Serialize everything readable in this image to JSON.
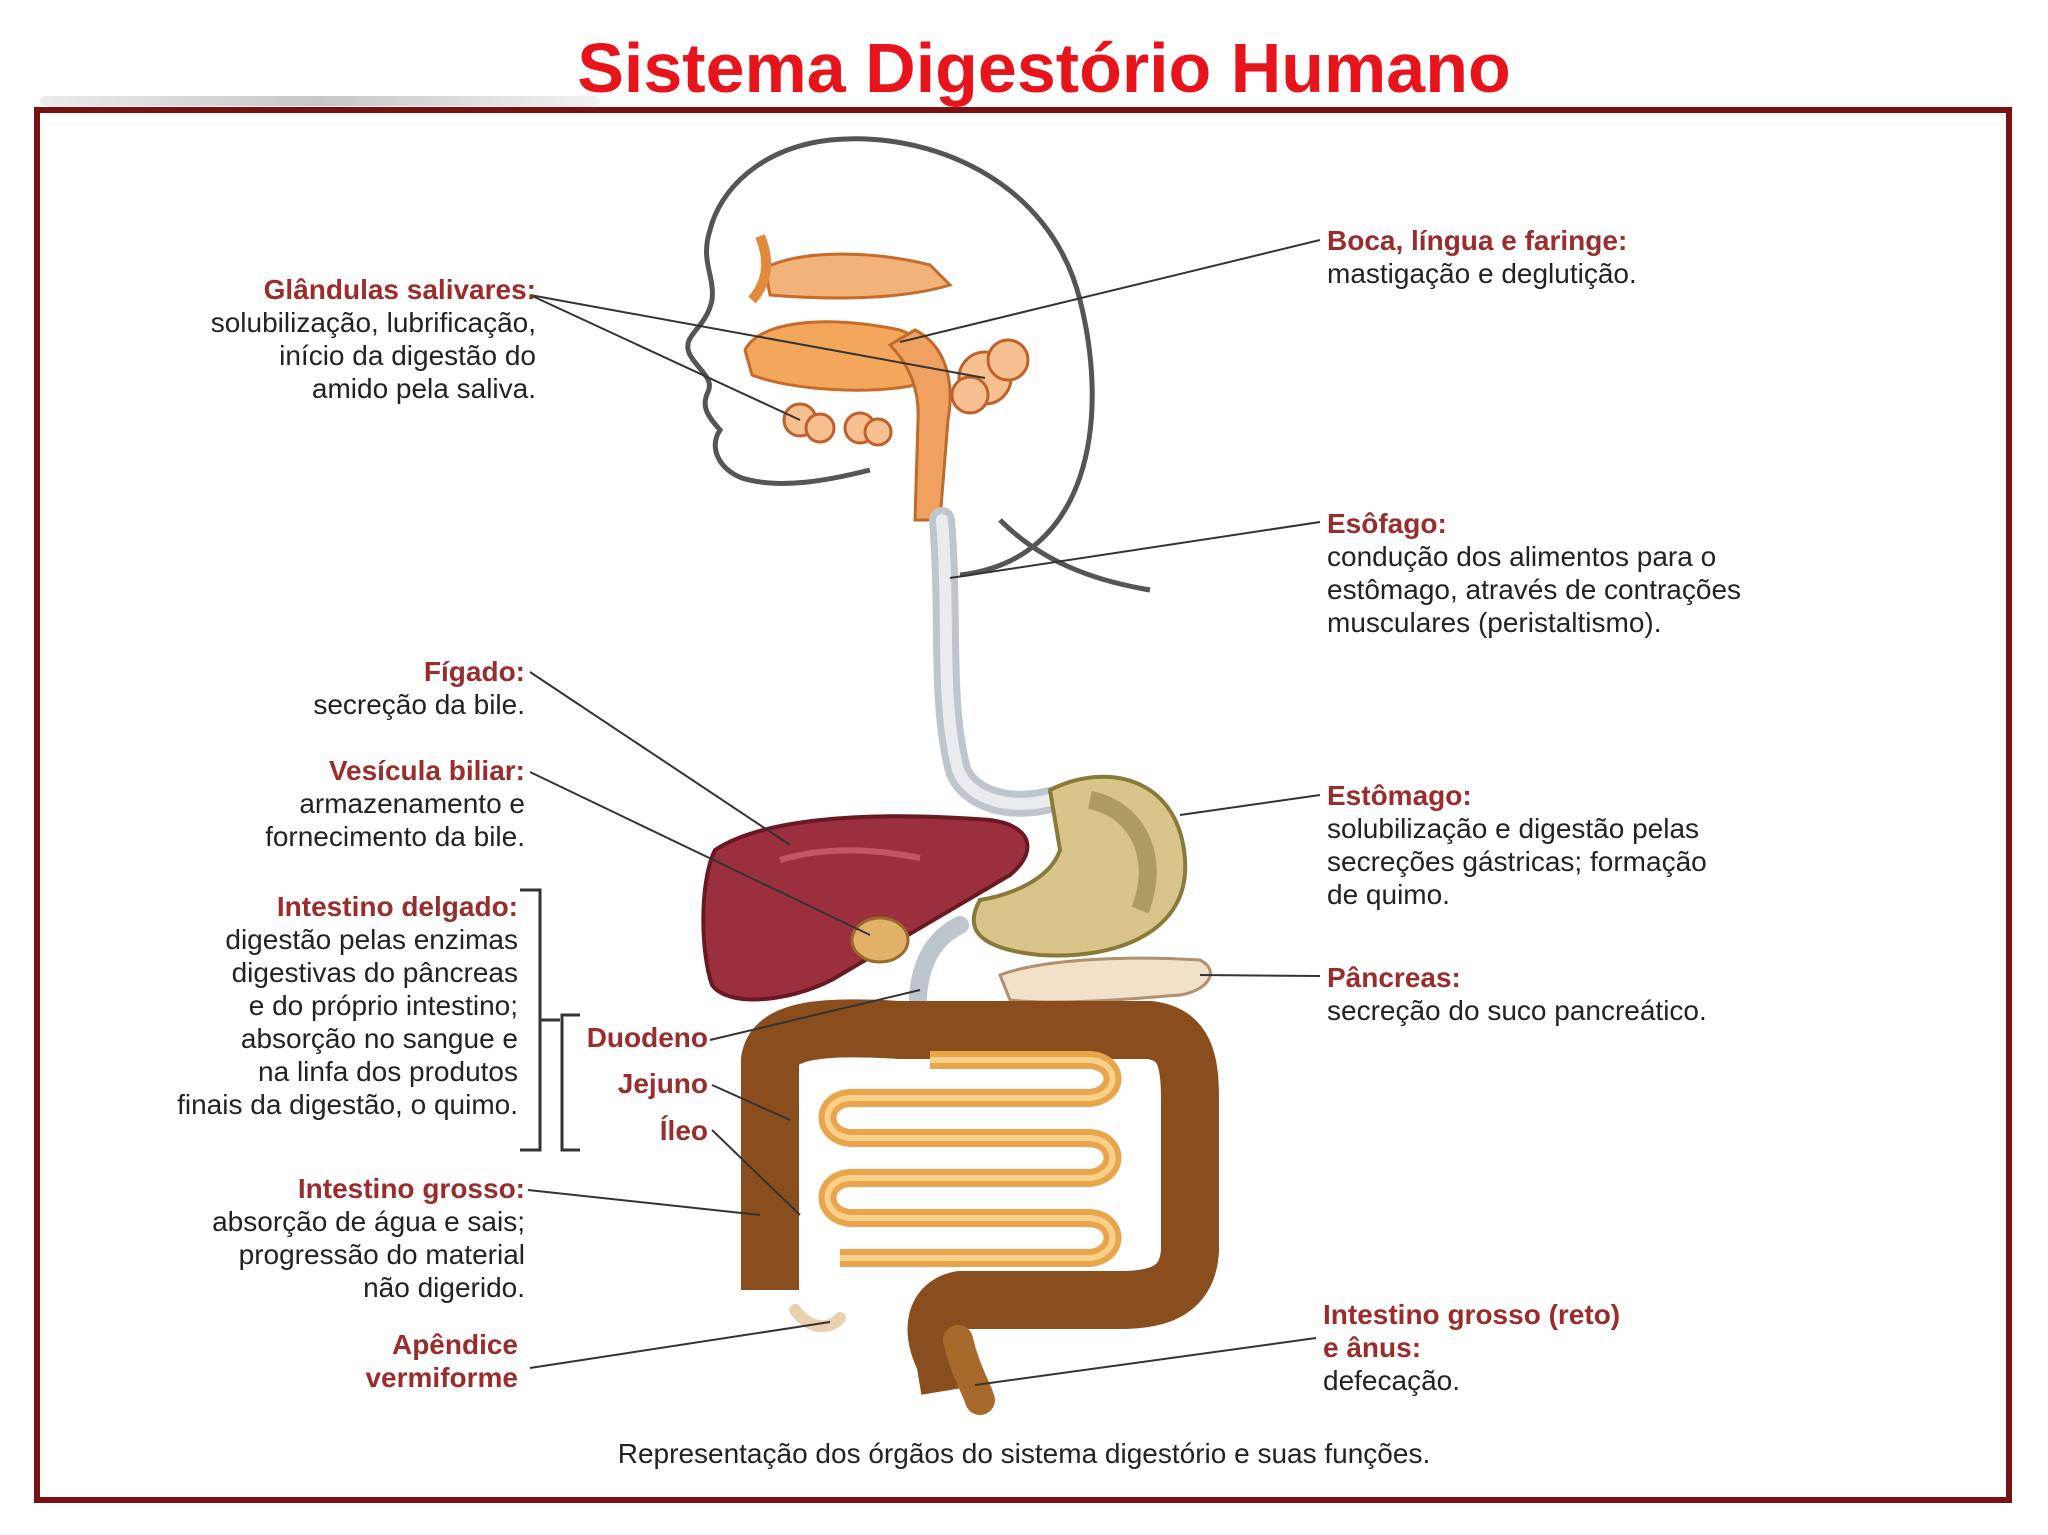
{
  "title": "Sistema Digestório Humano",
  "colors": {
    "title": "#e8141c",
    "frame": "#7a1010",
    "label_heading": "#9a2c2c",
    "liver": "#9b2f3d",
    "intestine_large": "#8a4e1e",
    "intestine_small": "#e9a54c",
    "stomach": "#c9b37a",
    "mouth": "#f2a65c"
  },
  "labels": {
    "glandulas": {
      "heading": "Glândulas salivares:",
      "lines": [
        "solubilização, lubrificação,",
        "início da digestão do",
        "amido pela saliva."
      ]
    },
    "boca": {
      "heading": "Boca, língua e faringe:",
      "lines": [
        "mastigação e deglutição."
      ]
    },
    "esofago": {
      "heading": "Esôfago:",
      "lines": [
        "condução dos alimentos para o",
        "estômago, através de contrações",
        "musculares (peristaltismo)."
      ]
    },
    "figado": {
      "heading": "Fígado:",
      "lines": [
        "secreção da bile."
      ]
    },
    "vesicula": {
      "heading": "Vesícula biliar:",
      "lines": [
        "armazenamento e",
        "fornecimento da bile."
      ]
    },
    "estomago": {
      "heading": "Estômago:",
      "lines": [
        "solubilização e digestão pelas",
        "secreções gástricas; formação",
        "de quimo."
      ]
    },
    "intestino_delgado": {
      "heading": "Intestino delgado:",
      "lines": [
        "digestão pelas enzimas",
        "digestivas do pâncreas",
        "e do próprio intestino;",
        "absorção no sangue e",
        "na linfa dos produtos",
        "finais da digestão, o quimo."
      ]
    },
    "pancreas": {
      "heading": "Pâncreas:",
      "lines": [
        "secreção do suco pancreático."
      ]
    },
    "intestino_grosso": {
      "heading": "Intestino grosso:",
      "lines": [
        "absorção de água e sais;",
        "progressão do material",
        "não digerido."
      ]
    },
    "apendice": {
      "heading_lines": [
        "Apêndice",
        "vermiforme"
      ]
    },
    "reto": {
      "heading_lines": [
        "Intestino grosso (reto)",
        "e ânus:"
      ],
      "lines": [
        "defecação."
      ]
    },
    "subparts": [
      "Duodeno",
      "Jejuno",
      "Íleo"
    ]
  },
  "caption": "Representação dos órgãos do sistema digestório e suas funções."
}
